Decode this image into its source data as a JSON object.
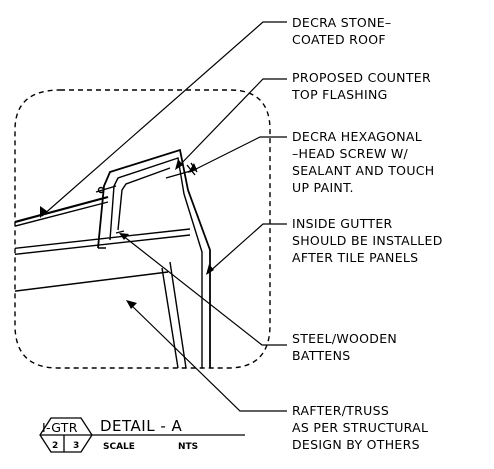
{
  "labels": {
    "roof": [
      "DECRA STONE–",
      "COATED ROOF"
    ],
    "flashing": [
      "PROPOSED COUNTER",
      "TOP FLASHING"
    ],
    "screw": [
      "DECRA HEXAGONAL",
      "–HEAD SCREW W/",
      "SEALANT AND TOUCH",
      "UP PAINT."
    ],
    "gutter": [
      "INSIDE GUTTER",
      "SHOULD BE INSTALLED",
      "AFTER TILE PANELS"
    ],
    "battens": [
      "STEEL/WOODEN",
      "BATTENS"
    ],
    "rafter": [
      "RAFTER/TRUSS",
      "AS PER STRUCTURAL",
      "DESIGN BY OTHERS"
    ]
  },
  "title_block": {
    "ref_top": "I-GTR",
    "ref_left": "2",
    "ref_right": "3",
    "title": "DETAIL - A",
    "scale_label": "SCALE",
    "scale_value": "NTS"
  }
}
